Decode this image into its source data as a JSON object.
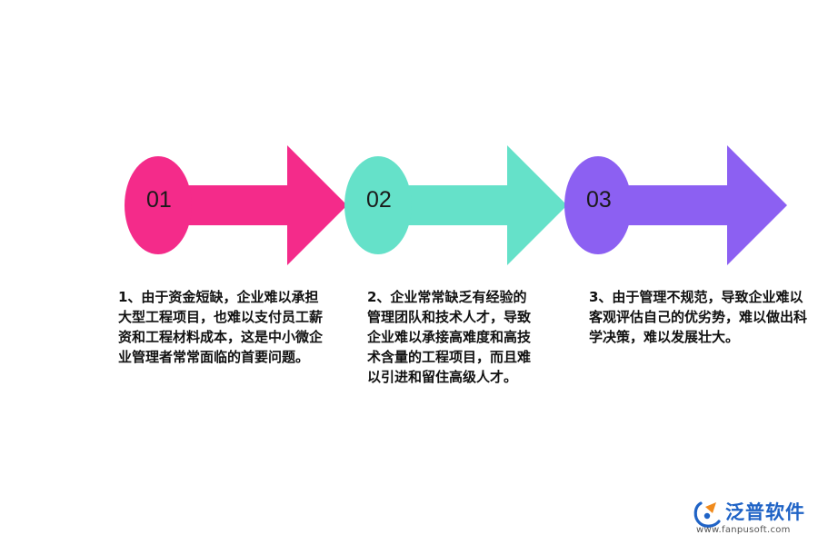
{
  "steps": [
    {
      "number": "01",
      "color": "#f42b8a",
      "text": "1、由于资金短缺，企业难以承担大型工程项目，也难以支付员工薪资和工程材料成本，这是中小微企业管理者常常面临的首要问题。"
    },
    {
      "number": "02",
      "color": "#65e1c9",
      "text": "2、企业常常缺乏有经验的管理团队和技术人才，导致企业难以承接高难度和高技术含量的工程项目，而且难以引进和留住高级人才。"
    },
    {
      "number": "03",
      "color": "#8c60f2",
      "text": "3、由于管理不规范，导致企业难以客观评估自己的优劣势，难以做出科学决策，难以发展壮大。"
    }
  ],
  "logo": {
    "brand": "泛普软件",
    "url": "www.fanpusoft.com",
    "icon": "fanpu-logo-icon",
    "brand_color": "#1f63c6"
  }
}
